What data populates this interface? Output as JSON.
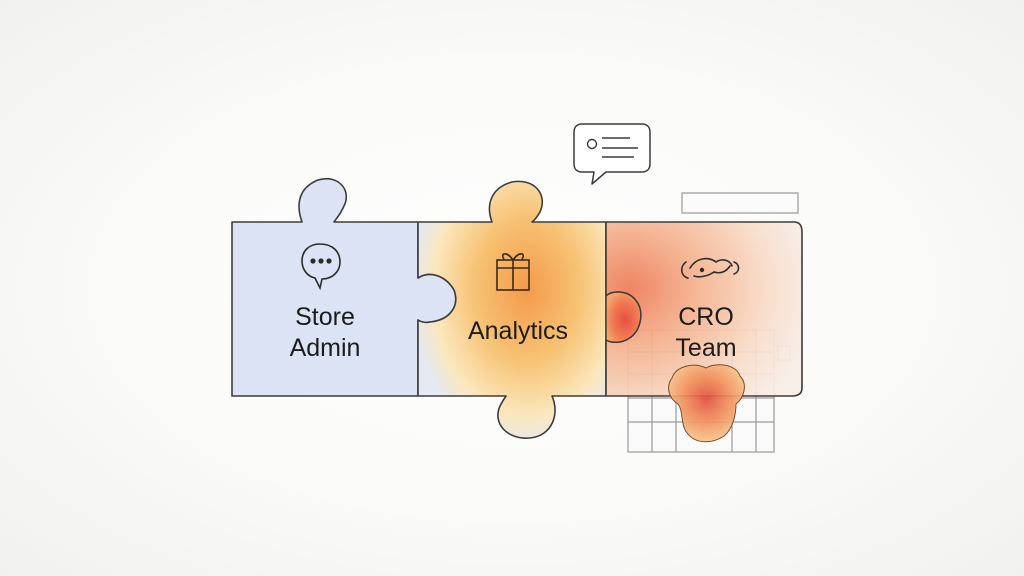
{
  "diagram": {
    "pieces": [
      {
        "id": "store-admin",
        "lines": [
          "Store",
          "Admin"
        ],
        "icon": "chat-bubble-icon",
        "fill": "#dbe3f4"
      },
      {
        "id": "analytics",
        "lines": [
          "Analytics"
        ],
        "icon": "gift-box-icon",
        "fill": "#f7c274"
      },
      {
        "id": "cro-team",
        "lines": [
          "CRO",
          "Team"
        ],
        "icon": "handshake-icon",
        "fill": "#f3b796"
      }
    ],
    "decorations": {
      "speech_bubble": "message-bubble-icon",
      "heatmap_page": "heatmap-wireframe-icon"
    },
    "colors": {
      "outline": "#3c3c3c",
      "blue_piece": "#dbe3f4",
      "heat_yellow": "#f8d889",
      "heat_orange": "#f4a14d",
      "heat_red": "#e9574a"
    }
  }
}
